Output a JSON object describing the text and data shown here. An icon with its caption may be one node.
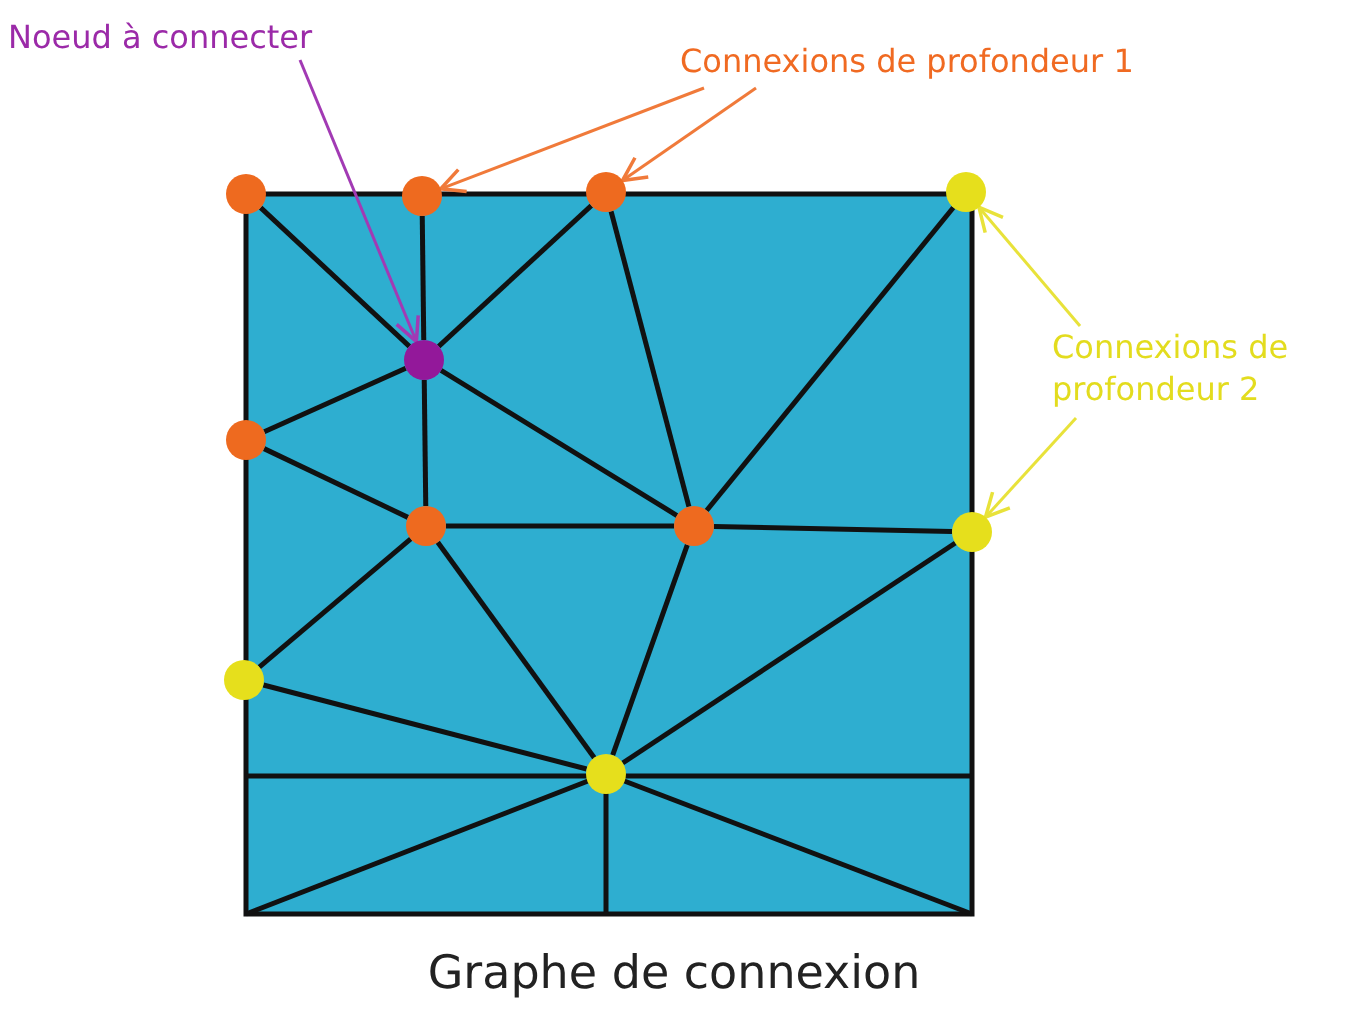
{
  "diagram": {
    "caption": "Graphe de connexion",
    "nodes": [
      {
        "text": [
          "Noeud à connecter"
        ]
      },
      {
        "text": [
          "Connexions de profondeur 1"
        ]
      },
      {
        "text": [
          "Connexions de profondeur 2"
        ]
      },
      {
        "text": [],
        "shape": "circle"
      },
      {
        "text": [],
        "shape": "circle"
      },
      {
        "text": [],
        "shape": "circle"
      },
      {
        "text": [],
        "shape": "circle"
      },
      {
        "text": [],
        "shape": "circle"
      },
      {
        "text": [],
        "shape": "circle"
      },
      {
        "text": [],
        "shape": "circle"
      },
      {
        "text": [],
        "shape": "circle"
      },
      {
        "text": [],
        "shape": "circle"
      },
      {
        "text": [],
        "shape": "circle"
      },
      {
        "text": [],
        "shape": "circle"
      }
    ],
    "edges": [
      {
        "from": 0,
        "to": 7,
        "arrow": "to",
        "color": "#a23ab4"
      },
      {
        "from": 1,
        "to": 4,
        "arrow": "to",
        "color": "#f07a3a"
      },
      {
        "from": 1,
        "to": 5,
        "arrow": "to",
        "color": "#f07a3a"
      },
      {
        "from": 2,
        "to": 6,
        "arrow": "to",
        "color": "#e8e23a"
      },
      {
        "from": 2,
        "to": 11,
        "arrow": "to",
        "color": "#e8e23a"
      },
      {
        "from": 3,
        "to": 7,
        "arrow": "none"
      },
      {
        "from": 4,
        "to": 7,
        "arrow": "none"
      },
      {
        "from": 5,
        "to": 7,
        "arrow": "none"
      },
      {
        "from": 7,
        "to": 8,
        "arrow": "none"
      },
      {
        "from": 7,
        "to": 9,
        "arrow": "none"
      },
      {
        "from": 7,
        "to": 10,
        "arrow": "none"
      },
      {
        "from": 8,
        "to": 9,
        "arrow": "none"
      },
      {
        "from": 9,
        "to": 10,
        "arrow": "none"
      },
      {
        "from": 10,
        "to": 11,
        "arrow": "none"
      },
      {
        "from": 5,
        "to": 10,
        "arrow": "none"
      },
      {
        "from": 6,
        "to": 10,
        "arrow": "none"
      },
      {
        "from": 9,
        "to": 12,
        "arrow": "none"
      },
      {
        "from": 9,
        "to": 13,
        "arrow": "none"
      },
      {
        "from": 10,
        "to": 13,
        "arrow": "none"
      },
      {
        "from": 11,
        "to": 13,
        "arrow": "none"
      },
      {
        "from": 12,
        "to": 13,
        "arrow": "none"
      }
    ]
  }
}
